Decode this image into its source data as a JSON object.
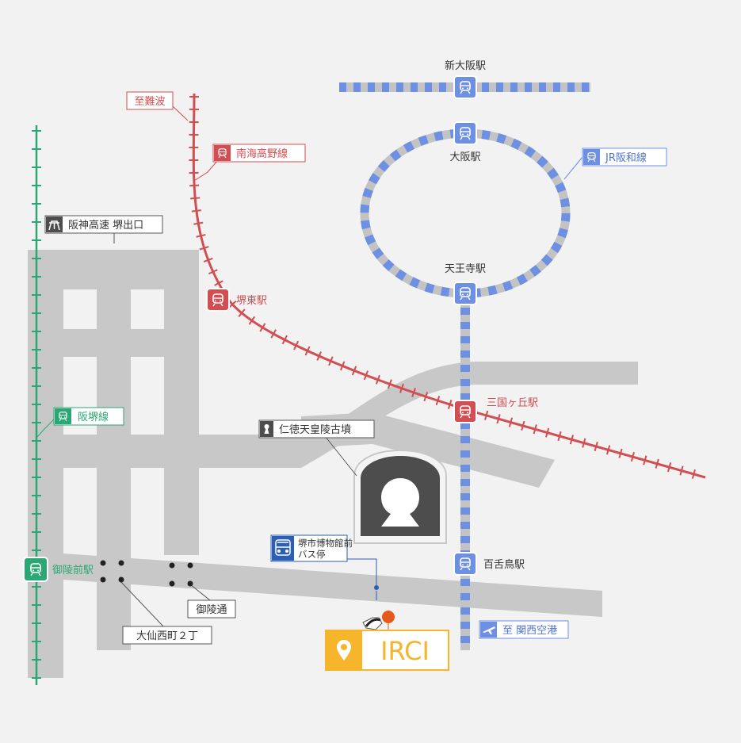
{
  "colors": {
    "background": "#f2f2f2",
    "road": "#c8c8c8",
    "nankai": "#d14e52",
    "jr": "#6e90e3",
    "jr_alt": "#c3c3c3",
    "hankai": "#2aa774",
    "dark": "#4d4d4d",
    "irci_yellow": "#f7b52c",
    "irci_orange": "#e7581c",
    "bus_blue": "#2b5fb4"
  },
  "labels": {
    "shin_osaka": "新大阪駅",
    "osaka": "大阪駅",
    "jr_hanwa": "JR阪和線",
    "tennoji": "天王寺駅",
    "to_namba": "至難波",
    "nankai_koya": "南海高野線",
    "sakai_higashi": "堺東駅",
    "mikunigaoka": "三国ヶ丘駅",
    "hanshin_exit": "阪神高速 堺出口",
    "hankai_line": "阪堺線",
    "nintoku": "仁徳天皇陵古墳",
    "bus_stop_l1": "堺市博物館前",
    "bus_stop_l2": "バス停",
    "mozu": "百舌鳥駅",
    "goryomae": "御陵前駅",
    "goryo_dori": "御陵通",
    "daisen": "大仙西町２丁",
    "to_kansai": "至 関西空港",
    "irci": "IRCI"
  },
  "icons": {
    "train": "train-icon",
    "highway": "highway-icon",
    "bus": "bus-icon",
    "keyhole": "keyhole-tomb-icon",
    "plane": "plane-icon",
    "pin": "location-pin-icon"
  }
}
